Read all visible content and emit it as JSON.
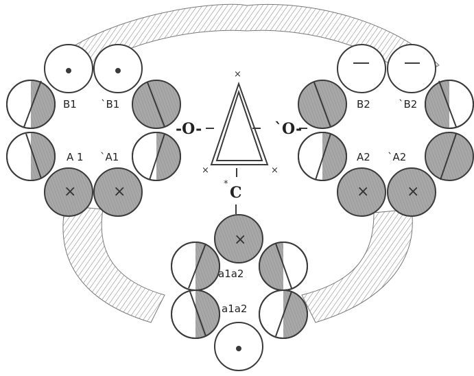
{
  "labels": {
    "b1": "B1",
    "b1_prime": "`B1",
    "a1": "A 1",
    "a1_prime": "`A1",
    "b2": "B2",
    "b2_prime": "`B2",
    "a2": "A2",
    "a2_prime": "`A2",
    "o_left": "-O-",
    "o_right": "`O-",
    "c": "C",
    "c_star": "*",
    "a1a2_top": "a1a2",
    "a1a2_bottom": "a1a2",
    "x_mark": "×"
  },
  "colors": {
    "ink": "#3a3a3a",
    "shade": "#9e9e9e",
    "hatch": "#8a8a8a",
    "paper": "#ffffff"
  }
}
